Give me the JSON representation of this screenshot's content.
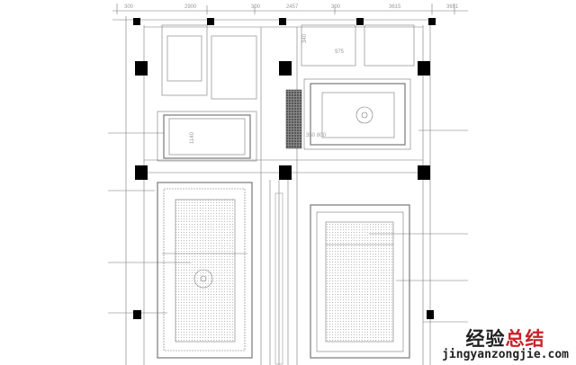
{
  "drawing": {
    "title": "ceiling plan",
    "dimensions_top": [
      "300",
      "2900",
      "300",
      "2457",
      "300",
      "3615",
      "3651"
    ],
    "annotations": [
      "975",
      "340",
      "1140",
      "350",
      "800"
    ]
  },
  "watermark": {
    "text_dark": "经验",
    "text_red": "总结",
    "url": "jingyanzongjie.com"
  },
  "colors": {
    "line": "#555555",
    "light_line": "#9a9a9a",
    "fill_black": "#000000",
    "watermark_red": "#c8222a"
  }
}
